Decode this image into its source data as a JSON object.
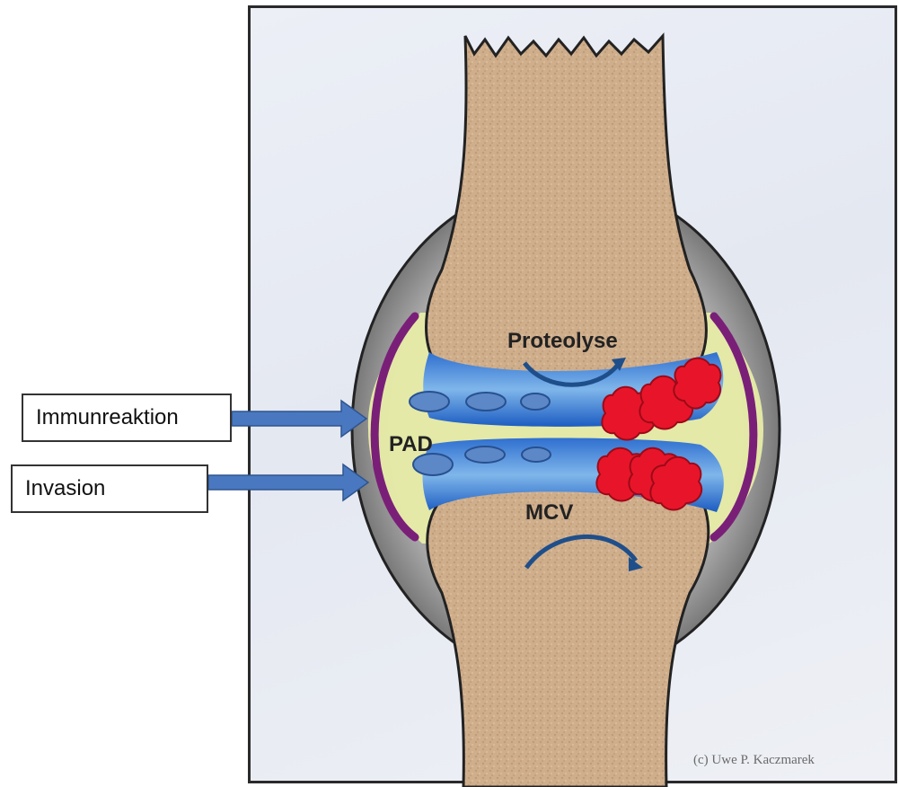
{
  "labels": {
    "immunreaktion": "Immunreaktion",
    "invasion": "Invasion",
    "proteolyse": "Proteolyse",
    "pad": "PAD",
    "mcv": "MCV"
  },
  "copyright": "(c) Uwe P. Kaczmarek",
  "colors": {
    "bone": "#cfae8c",
    "capsule": "#8d8d8d",
    "synovial_fluid": "#e7eca8",
    "synovium": "#7a1f78",
    "cartilage": "#1c60c8",
    "arrow": "#4a78c0",
    "pannus": "#e8152a"
  }
}
